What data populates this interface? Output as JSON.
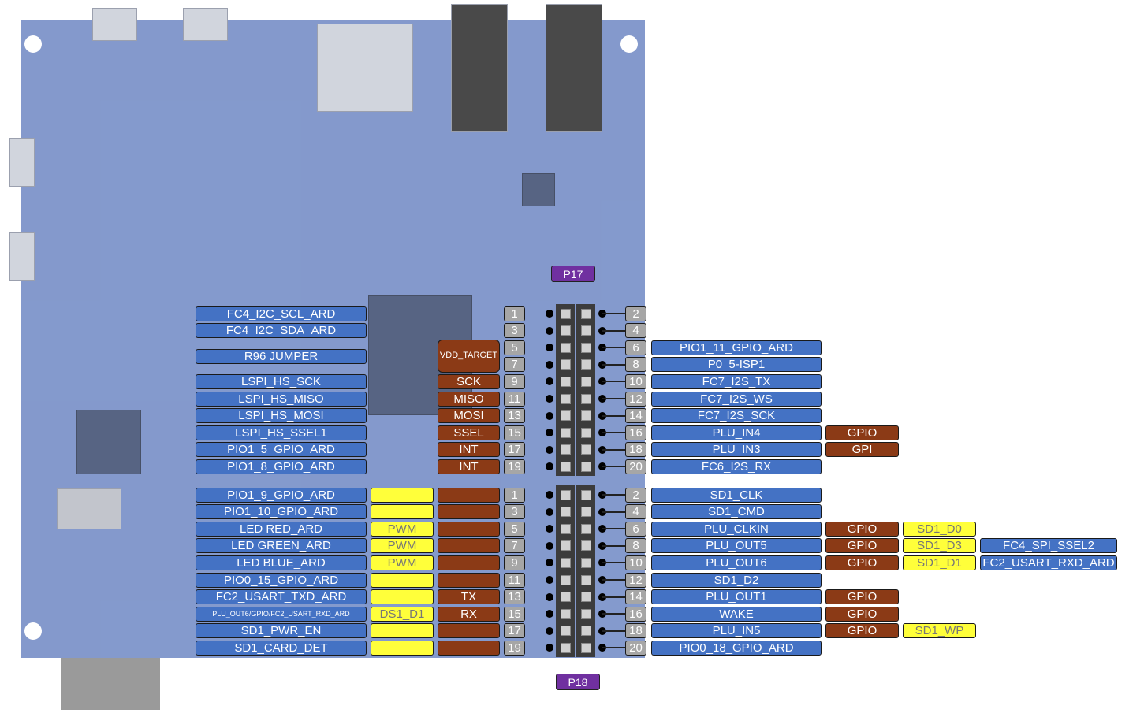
{
  "headers": {
    "P17": {
      "label": "P17",
      "left": [
        {
          "pin": "1",
          "signal": "FC4_I2C_SCL_ARD"
        },
        {
          "pin": "3",
          "signal": "FC4_I2C_SDA_ARD"
        },
        {
          "pin": "5"
        },
        {
          "pin": "7"
        },
        {
          "pin": "9",
          "signal": "LSPI_HS_SCK",
          "func": "SCK"
        },
        {
          "pin": "11",
          "signal": "LSPI_HS_MISO",
          "func": "MISO"
        },
        {
          "pin": "13",
          "signal": "LSPI_HS_MOSI",
          "func": "MOSI"
        },
        {
          "pin": "15",
          "signal": "LSPI_HS_SSEL1",
          "func": "SSEL"
        },
        {
          "pin": "17",
          "signal": "PIO1_5_GPIO_ARD",
          "func": "INT"
        },
        {
          "pin": "19",
          "signal": "PIO1_8_GPIO_ARD",
          "func": "INT"
        }
      ],
      "merged": {
        "signal": "R96 JUMPER",
        "func": "VDD_TARGET"
      },
      "right": [
        {
          "pin": "2"
        },
        {
          "pin": "4"
        },
        {
          "pin": "6",
          "signal": "PIO1_11_GPIO_ARD"
        },
        {
          "pin": "8",
          "signal": "P0_5-ISP1"
        },
        {
          "pin": "10",
          "signal": "FC7_I2S_TX"
        },
        {
          "pin": "12",
          "signal": "FC7_I2S_WS"
        },
        {
          "pin": "14",
          "signal": "FC7_I2S_SCK"
        },
        {
          "pin": "16",
          "signal": "PLU_IN4",
          "alt1": "GPIO"
        },
        {
          "pin": "18",
          "signal": "PLU_IN3",
          "alt1": "GPI"
        },
        {
          "pin": "20",
          "signal": "FC6_I2S_RX"
        }
      ]
    },
    "P18": {
      "label": "P18",
      "left": [
        {
          "pin": "1",
          "signal": "PIO1_9_GPIO_ARD",
          "alt": "",
          "func": ""
        },
        {
          "pin": "3",
          "signal": "PIO1_10_GPIO_ARD",
          "alt": "",
          "func": ""
        },
        {
          "pin": "5",
          "signal": "LED RED_ARD",
          "alt": "PWM",
          "func": ""
        },
        {
          "pin": "7",
          "signal": "LED GREEN_ARD",
          "alt": "PWM",
          "func": ""
        },
        {
          "pin": "9",
          "signal": "LED BLUE_ARD",
          "alt": "PWM",
          "func": ""
        },
        {
          "pin": "11",
          "signal": "PIO0_15_GPIO_ARD",
          "alt": "",
          "func": ""
        },
        {
          "pin": "13",
          "signal": "FC2_USART_TXD_ARD",
          "alt": "",
          "func": "TX"
        },
        {
          "pin": "15",
          "signal": "PLU_OUT6/GPIO/FC2_USART_RXD_ARD",
          "alt": "DS1_D1",
          "func": "RX"
        },
        {
          "pin": "17",
          "signal": "SD1_PWR_EN",
          "alt": "",
          "func": ""
        },
        {
          "pin": "19",
          "signal": "SD1_CARD_DET",
          "alt": "",
          "func": ""
        }
      ],
      "right": [
        {
          "pin": "2",
          "signal": "SD1_CLK"
        },
        {
          "pin": "4",
          "signal": "SD1_CMD"
        },
        {
          "pin": "6",
          "signal": "PLU_CLKIN",
          "alt1": "GPIO",
          "alt2": "SD1_D0"
        },
        {
          "pin": "8",
          "signal": "PLU_OUT5",
          "alt1": "GPIO",
          "alt2": "SD1_D3",
          "alt3": "FC4_SPI_SSEL2"
        },
        {
          "pin": "10",
          "signal": "PLU_OUT6",
          "alt1": "GPIO",
          "alt2": "SD1_D1",
          "alt3": "FC2_USART_RXD_ARD"
        },
        {
          "pin": "12",
          "signal": "SD1_D2"
        },
        {
          "pin": "14",
          "signal": "PLU_OUT1",
          "alt1": "GPIO"
        },
        {
          "pin": "16",
          "signal": "WAKE",
          "alt1": "GPIO"
        },
        {
          "pin": "18",
          "signal": "PLU_IN5",
          "alt1": "GPIO",
          "alt2": "SD1_WP"
        },
        {
          "pin": "20",
          "signal": "PIO0_18_GPIO_ARD"
        }
      ]
    }
  },
  "colors": {
    "signal": "#4472c4",
    "function": "#8b3a16",
    "alternate": "#ffff3a",
    "pin": "#a6a6a6",
    "header_label": "#7030a0"
  }
}
